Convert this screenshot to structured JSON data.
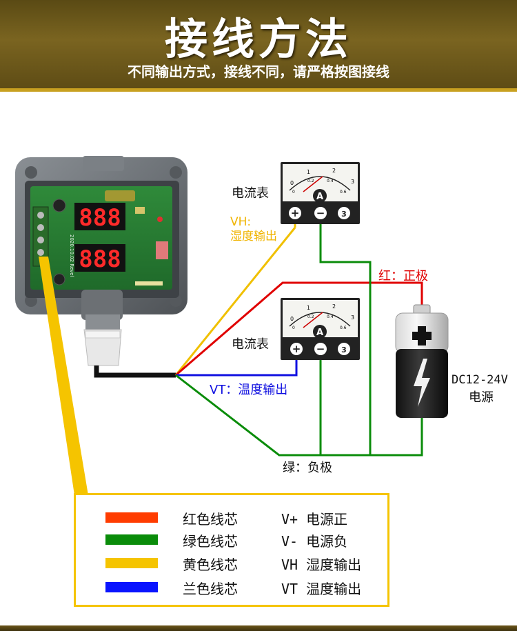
{
  "header": {
    "title": "接线方法",
    "subtitle": "不同输出方式，接线不同，请严格按图接线"
  },
  "meters": {
    "top_label": "电流表",
    "bottom_label": "电流表",
    "scale_major": [
      "0",
      "1",
      "2",
      "3"
    ],
    "scale_minor": [
      "0",
      "0.2",
      "0.4",
      "0.6"
    ],
    "unit": "A",
    "terminal_plus": "+",
    "terminal_minus": "−",
    "terminal_three": "3"
  },
  "device": {
    "display_top": "888",
    "display_bottom": "888",
    "board_text": "2020.10.02 Revel"
  },
  "labels": {
    "vh_line1": "VH:",
    "vh_line2": "湿度输出",
    "red_positive": "红：正极",
    "vt": "VT：温度输出",
    "green_negative": "绿：负极",
    "power_line1": "DC12-24V",
    "power_line2": "电源"
  },
  "legend": [
    {
      "color": "#ff3c00",
      "name": "红色线芯",
      "code": "V+ 电源正"
    },
    {
      "color": "#0a8c0a",
      "name": "绿色线芯",
      "code": "V- 电源负"
    },
    {
      "color": "#f5c400",
      "name": "黄色线芯",
      "code": "VH 湿度输出"
    },
    {
      "color": "#0a14ff",
      "name": "兰色线芯",
      "code": "VT 温度输出"
    }
  ],
  "colors": {
    "banner": "#6e5a1c",
    "wire_red": "#e00000",
    "wire_green": "#0a8c0a",
    "wire_yellow": "#f0c000",
    "wire_blue": "#1010e0",
    "pointer_yellow": "#f5c400"
  }
}
